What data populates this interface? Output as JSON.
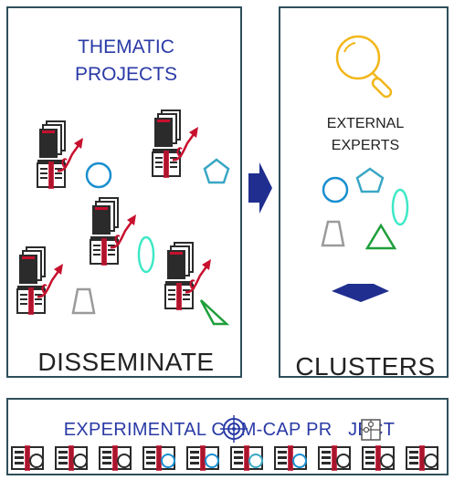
{
  "colors": {
    "border": "#2e4f5a",
    "title_blue": "#2a3aa6",
    "flow_arrow": "#1f2e8f",
    "document_dark": "#2b2b2b",
    "document_red": "#c8102e",
    "circle": "#1a8fd0",
    "pentagon": "#3aa7c4",
    "ellipse": "#3ee8c6",
    "trapezoid": "#9a9a9a",
    "triangle": "#1e9e3a",
    "magnifier": "#f2b61a"
  },
  "thematic_projects": {
    "title_line1": "THEMATIC",
    "title_line2": "PROJECTS",
    "footer_label": "DISSEMINATE",
    "project_icons": [
      {
        "icon": "document-stack-icon",
        "shape": "circle"
      },
      {
        "icon": "document-stack-icon",
        "shape": "pentagon"
      },
      {
        "icon": "document-stack-icon",
        "shape": "ellipse"
      },
      {
        "icon": "document-stack-icon",
        "shape": "trapezoid"
      },
      {
        "icon": "document-stack-icon",
        "shape": "triangle"
      }
    ]
  },
  "clusters": {
    "label_line1": "EXTERNAL",
    "label_line2": "EXPERTS",
    "footer_label": "CLUSTERS",
    "icon": "magnifier-icon",
    "shapes": [
      "circle",
      "pentagon",
      "ellipse",
      "trapezoid",
      "triangle"
    ]
  },
  "experimental_project": {
    "label": "EXPERIMENTAL C   M-CAP PR   JECT",
    "icons": [
      "target-icon",
      "puzzle-icon"
    ],
    "strip_items": 10
  }
}
